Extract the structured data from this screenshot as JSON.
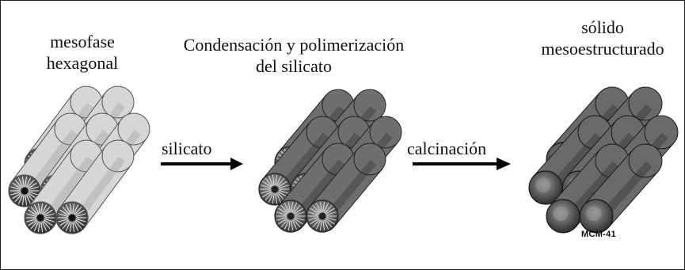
{
  "stages": [
    {
      "label_line1": "mesofase",
      "label_line2": "hexagonal"
    },
    {
      "label_line1": "Condensación y polimerización",
      "label_line2": "del silicato"
    },
    {
      "label_line1": "sólido",
      "label_line2": "mesoestructurado",
      "code": "MCM-41"
    }
  ],
  "arrows": [
    {
      "label": "silicato"
    },
    {
      "label": "calcinación"
    }
  ]
}
